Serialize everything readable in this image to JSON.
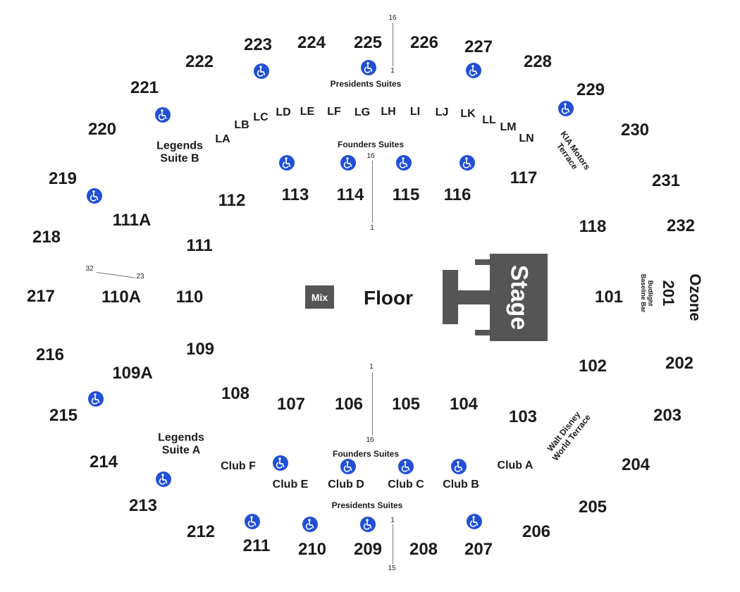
{
  "sections": {
    "s223": "223",
    "s224": "224",
    "s225": "225",
    "s226": "226",
    "s227": "227",
    "s222": "222",
    "s228": "228",
    "s221": "221",
    "s229": "229",
    "s220": "220",
    "s230": "230",
    "s219": "219",
    "s231": "231",
    "s218": "218",
    "s232": "232",
    "s217": "217",
    "s216": "216",
    "s202": "202",
    "s215": "215",
    "s203": "203",
    "s214": "214",
    "s204": "204",
    "s213": "213",
    "s205": "205",
    "s212": "212",
    "s206": "206",
    "s211": "211",
    "s210": "210",
    "s209": "209",
    "s208": "208",
    "s207": "207",
    "s201": "201",
    "s112": "112",
    "s113": "113",
    "s114": "114",
    "s115": "115",
    "s116": "116",
    "s117": "117",
    "s111a": "111A",
    "s111": "111",
    "s118": "118",
    "s110a": "110A",
    "s110": "110",
    "s101": "101",
    "s109": "109",
    "s102": "102",
    "s109a": "109A",
    "s108": "108",
    "s107": "107",
    "s106": "106",
    "s105": "105",
    "s104": "104",
    "s103": "103"
  },
  "suites": {
    "la": "LA",
    "lb": "LB",
    "lc": "LC",
    "ld": "LD",
    "le": "LE",
    "lf": "LF",
    "lg": "LG",
    "lh": "LH",
    "li": "LI",
    "lj": "LJ",
    "lk": "LK",
    "ll": "LL",
    "lm": "LM",
    "ln": "LN",
    "club_a": "Club A",
    "club_b": "Club B",
    "club_c": "Club C",
    "club_d": "Club D",
    "club_e": "Club E",
    "club_f": "Club F"
  },
  "areas": {
    "presidents_top": "Presidents Suites",
    "founders_top": "Founders Suites",
    "founders_bottom": "Founders Suites",
    "presidents_bottom": "Presidents Suites",
    "legends_b": "Legends\nSuite B",
    "legends_a": "Legends\nSuite A",
    "kia": "KIA Motors\nTerrace",
    "wdw": "Walt Disney\nWorld Terrace",
    "budlight": "Budlight\nBaseline Bar",
    "ozone": "Ozone"
  },
  "floor": {
    "stage": "Stage",
    "floor": "Floor",
    "mix": "Mix"
  },
  "rows": {
    "r16_top": "16",
    "r1_top": "1",
    "r16_founders_top": "16",
    "r1_founders_top": "1",
    "r1_founders_bottom": "1",
    "r16_founders_bottom": "16",
    "r1_bottom": "1",
    "r15_bottom": "15",
    "r32": "32",
    "r23": "23"
  },
  "icons": {
    "accessible": "wheelchair-icon",
    "accessible_color": "#2150d6"
  },
  "colors": {
    "stage": "#555555",
    "text": "#1a1a1a"
  }
}
